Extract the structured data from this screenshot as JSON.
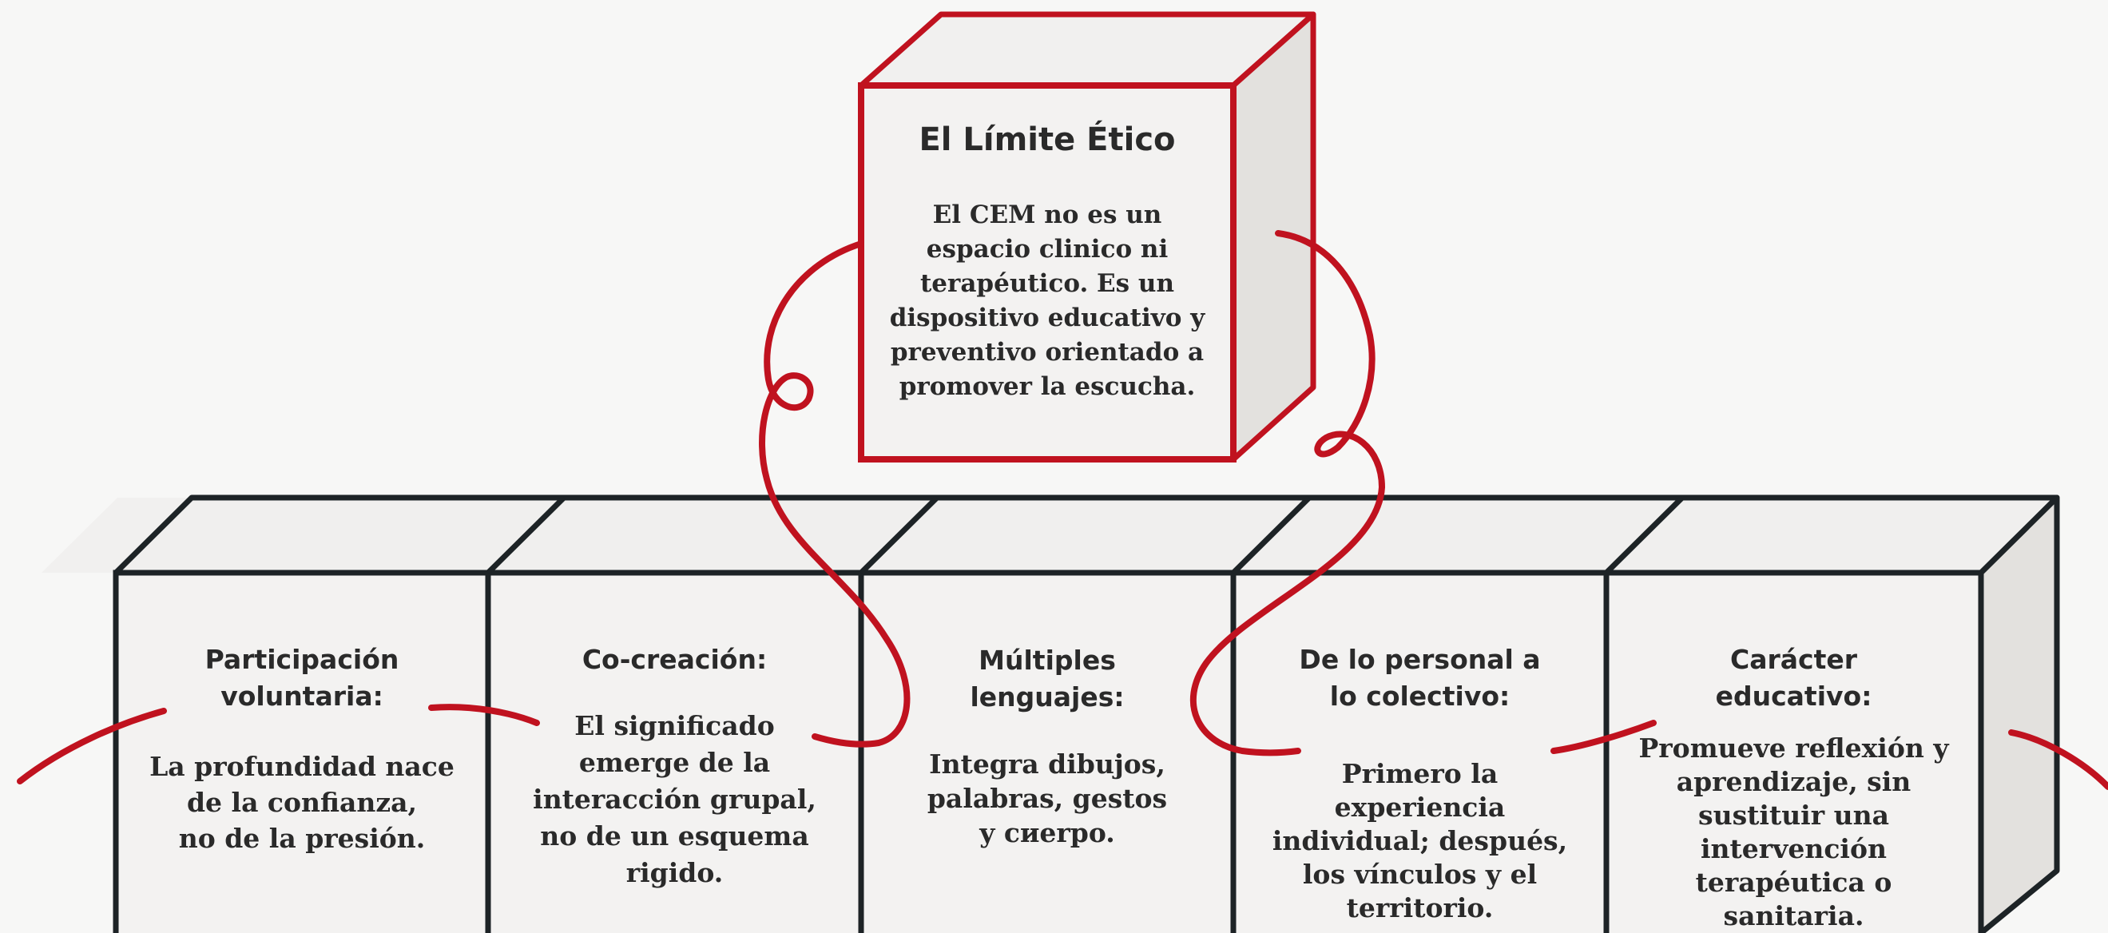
{
  "top_box": {
    "title": "El Límite Ético",
    "body": "El CEM no es un\nespacio clinico ni\nterapéutico. Es un\ndispositivo educativo y\npreventivo orientado a\npromover la escucha."
  },
  "pillars": [
    {
      "label": "Participación\nvoluntaria:",
      "body": "La profundidad nace\nde la confianza,\nno de la presión."
    },
    {
      "label": "Co-creación:",
      "body": "El significado\nemerge de la\ninteracción grupal,\nno de un esquema\nrigido."
    },
    {
      "label": "Múltiples\nlenguajes:",
      "body": "Integra dibujos,\npalabras, gestos\ny cиerpo."
    },
    {
      "label": "De lo personal a\nlo colectivo:",
      "body": "Primero la\nexperiencia\nindividual; después,\nlos vínculos y el\nterritorio."
    },
    {
      "label": "Carácter\neducativo:",
      "body": "Promueve reflexión y\naprendizaje, sin\nsustituir una\nintervención\nterapéutica o\nsanitaria."
    }
  ],
  "colors": {
    "accent": "#c0121f",
    "outline": "#1d2326",
    "box_face": "#f1f0ef",
    "box_side": "#e3e1de",
    "background": "#f7f7f6"
  }
}
